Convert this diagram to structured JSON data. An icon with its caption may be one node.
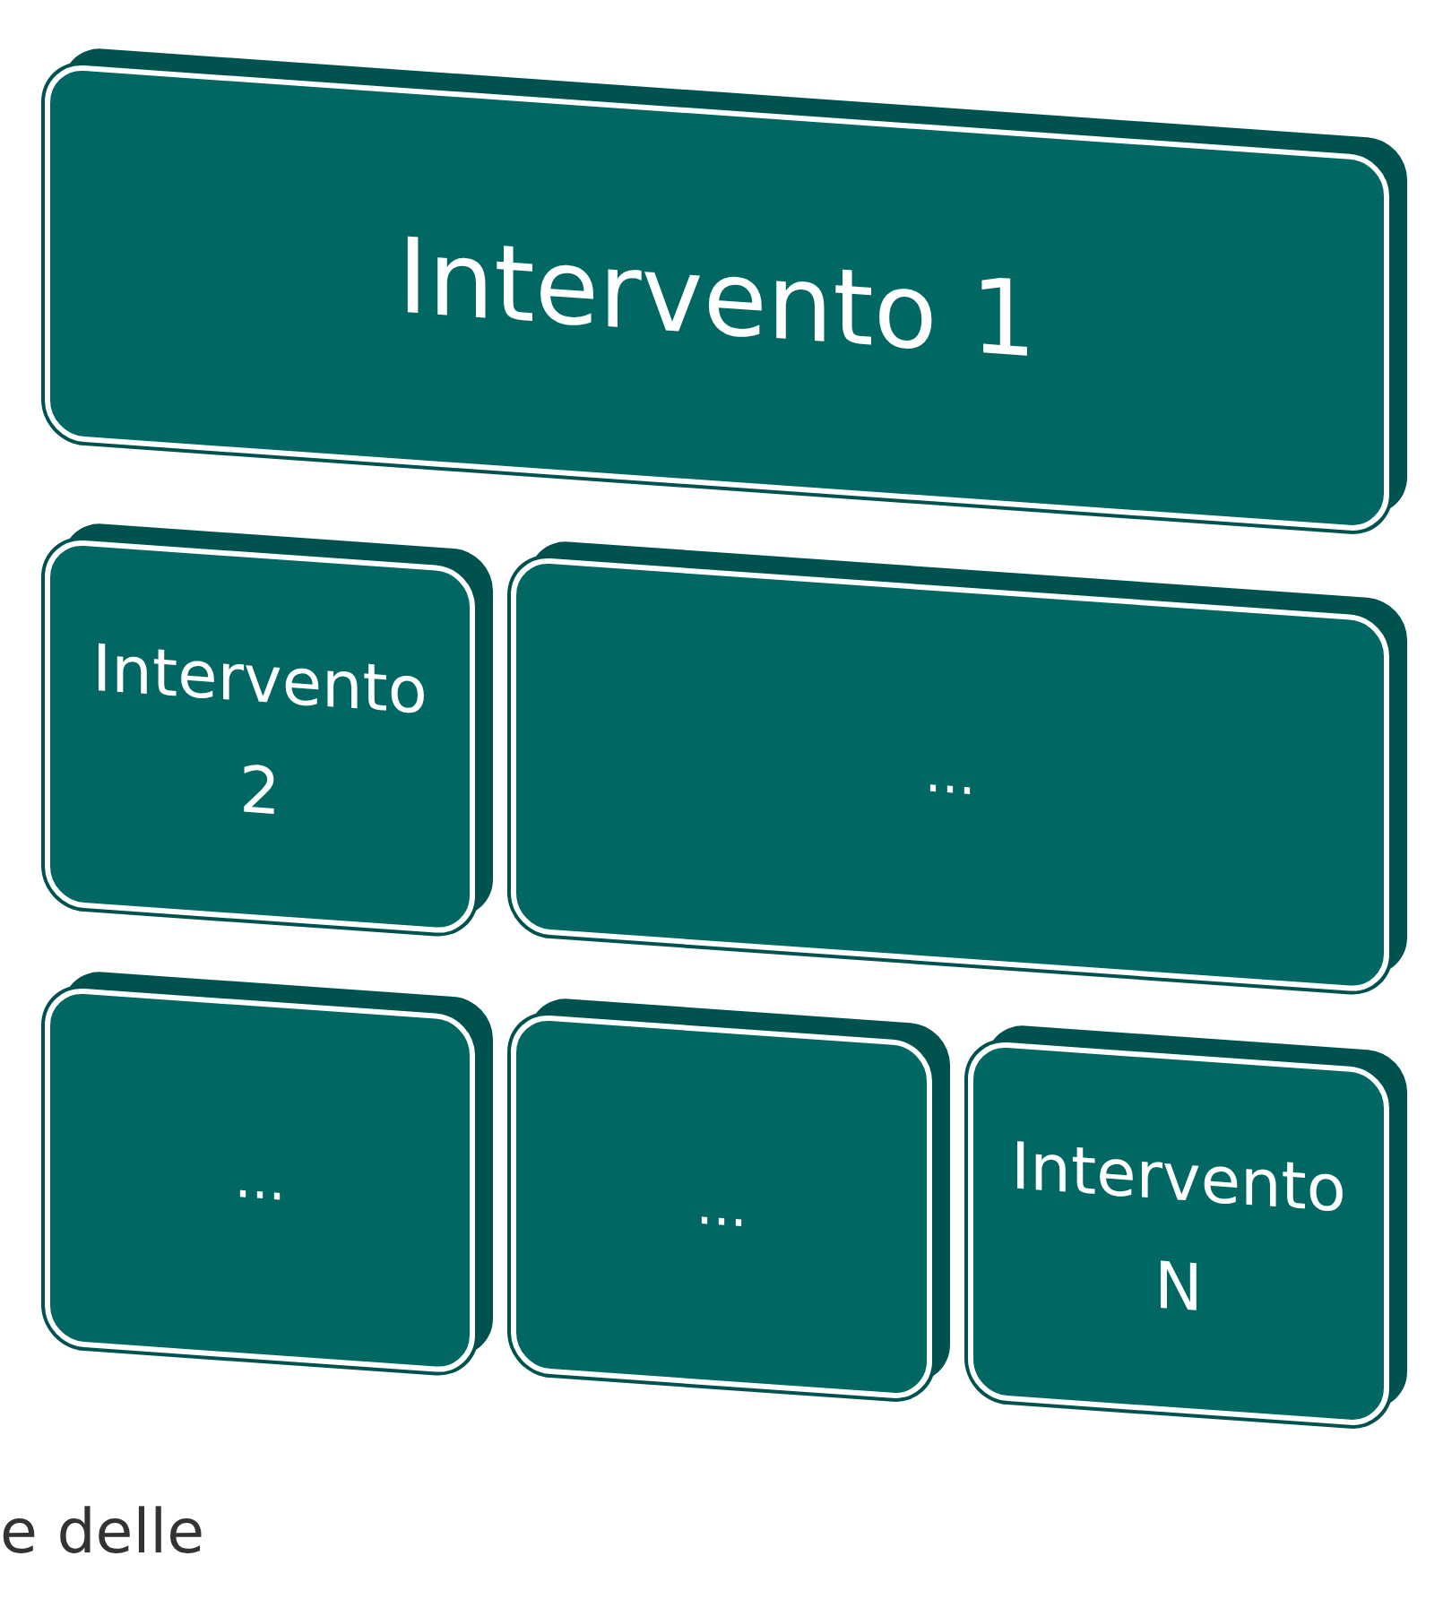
{
  "diagram": {
    "nodes": [
      {
        "text": [
          "Intervento 1"
        ]
      },
      {
        "text": [
          "Intervento 2"
        ]
      },
      {
        "text": [
          "..."
        ]
      },
      {
        "text": [
          "..."
        ]
      },
      {
        "text": [
          "..."
        ]
      },
      {
        "text": [
          "Intervento N"
        ]
      }
    ],
    "labels": [
      "e delle"
    ]
  }
}
